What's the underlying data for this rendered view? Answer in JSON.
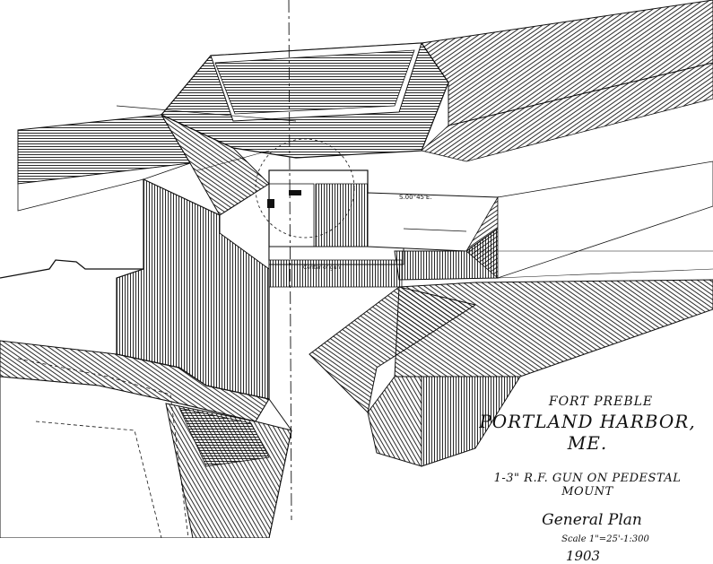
{
  "title_block": {
    "fort": "FORT PREBLE",
    "harbor": "PORTLAND HARBOR, ME.",
    "armament": "1-3\" R.F. GUN ON PEDESTAL MOUNT",
    "plan": "General Plan",
    "scale": "Scale 1\"=25'-1:300",
    "year": "1903"
  },
  "annotations": {
    "label_a": "S.00°45'E.",
    "label_b": "Center of gun"
  },
  "colors": {
    "ink": "#111111",
    "paper": "#ffffff"
  }
}
